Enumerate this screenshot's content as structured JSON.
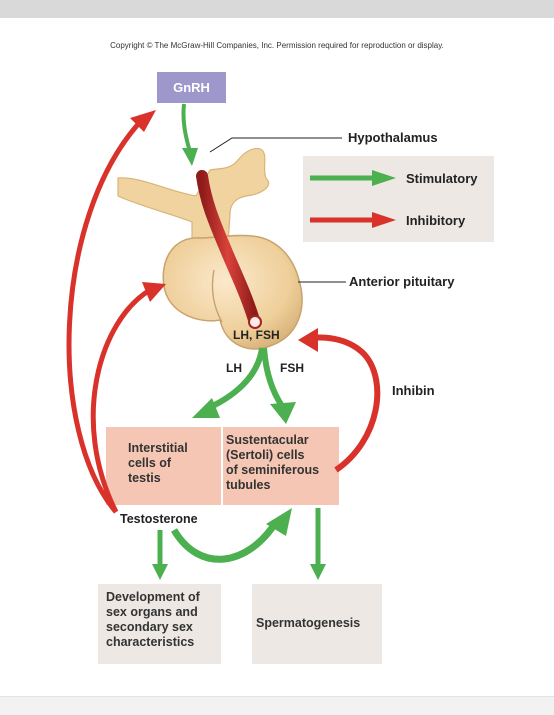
{
  "copyright": "Copyright © The McGraw-Hill Companies, Inc. Permission required for reproduction or display.",
  "nodes": {
    "gnrh": "GnRH",
    "hypothalamus": "Hypothalamus",
    "anterior_pituitary": "Anterior pituitary",
    "lh_fsh": "LH, FSH",
    "lh": "LH",
    "fsh": "FSH",
    "inhibin": "Inhibin",
    "interstitial_cells": "Interstitial\ncells of\ntestis",
    "sustentacular_cells": "Sustentacular\n(Sertoli) cells\nof seminiferous\ntubules",
    "testosterone": "Testosterone",
    "development": "Development of\nsex organs and\nsecondary sex\ncharacteristics",
    "spermatogenesis": "Spermatogenesis"
  },
  "legend": {
    "stimulatory": "Stimulatory",
    "inhibitory": "Inhibitory"
  },
  "colors": {
    "stimulatory": "#4caf50",
    "inhibitory": "#d9322b",
    "gnrh_box": "#9e97cc",
    "cells_box": "#f5c6b3",
    "neutral_box": "#ede8e4",
    "pituitary": "#f1d3a0"
  }
}
